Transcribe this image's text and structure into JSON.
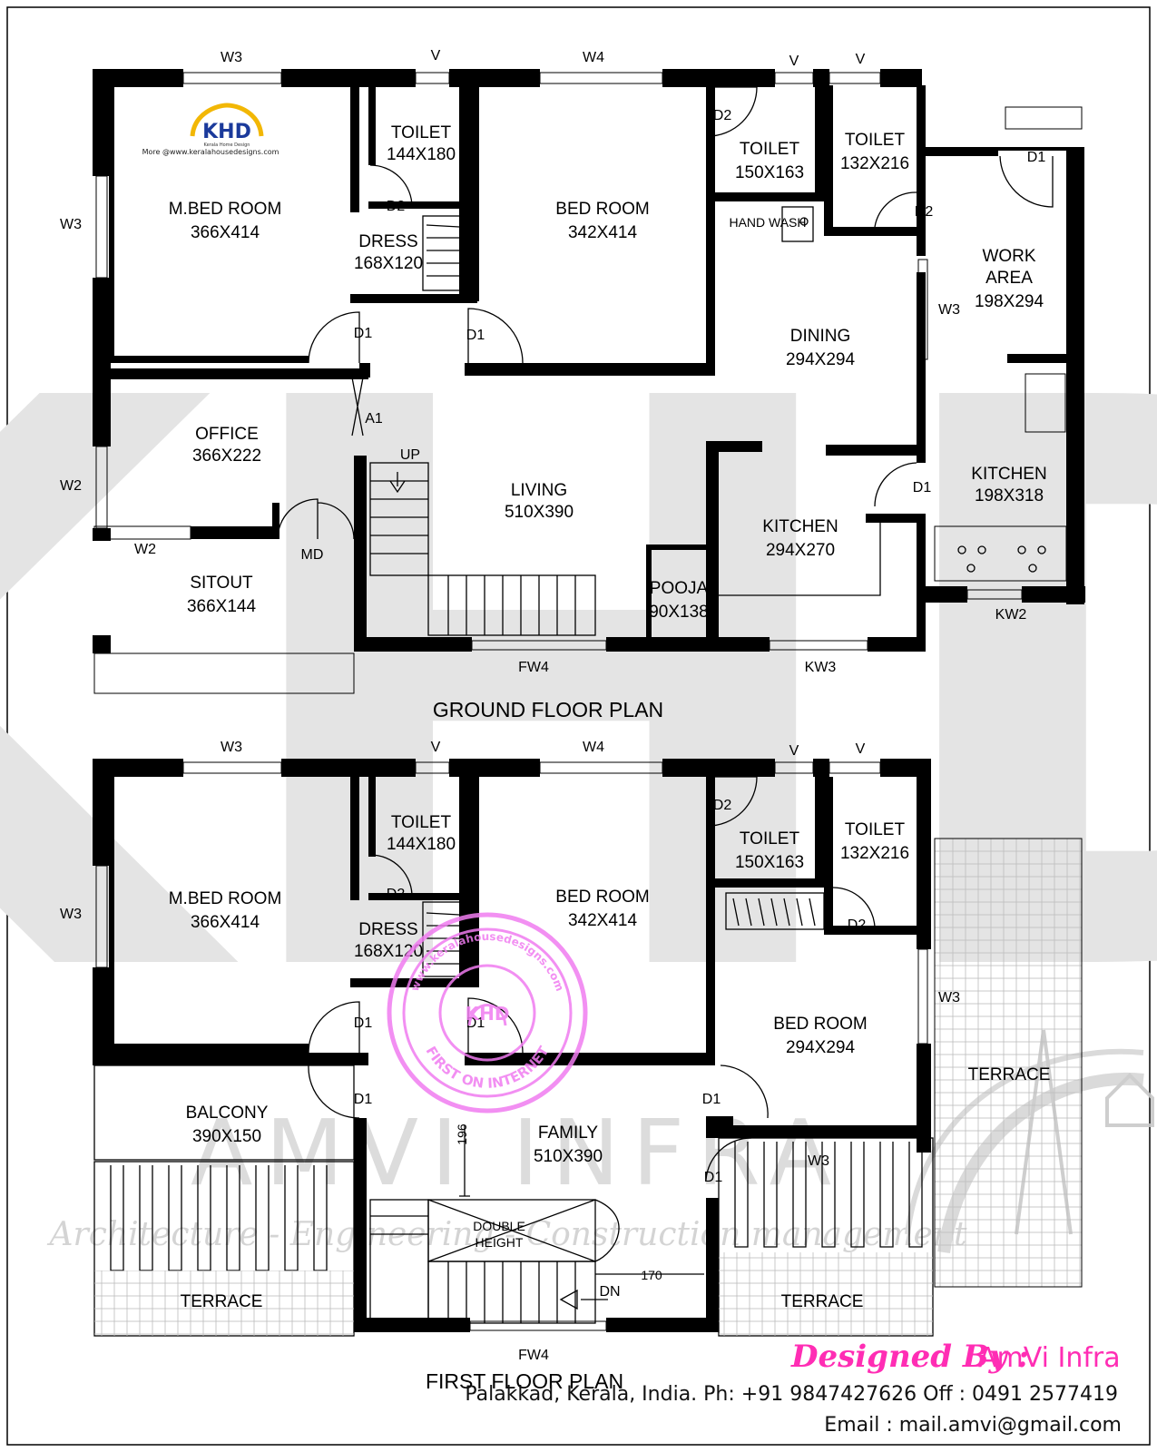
{
  "logo": {
    "text": "KHD",
    "subtitle": "Kerala Home Design",
    "website": "More @www.keralahousedesigns.com"
  },
  "watermark": {
    "big": "KHD",
    "company": "AMVI INFRA",
    "tagline": "Architecture - Engineering - Construction management"
  },
  "stamp": {
    "outer": "www.keralahousedesigns.com",
    "inner": "FIRST ON INTERNET",
    "center": "KHD"
  },
  "ground_floor": {
    "title": "GROUND FLOOR PLAN",
    "rooms": [
      {
        "name": "M.BED ROOM",
        "size": "366X414"
      },
      {
        "name": "TOILET",
        "size": "144X180"
      },
      {
        "name": "DRESS",
        "size": "168X120"
      },
      {
        "name": "BED ROOM",
        "size": "342X414"
      },
      {
        "name": "TOILET",
        "size": "150X163"
      },
      {
        "name": "TOILET",
        "size": "132X216"
      },
      {
        "name": "WORK AREA",
        "size": "198X294"
      },
      {
        "name": "DINING",
        "size": "294X294"
      },
      {
        "name": "OFFICE",
        "size": "366X222"
      },
      {
        "name": "LIVING",
        "size": "510X390"
      },
      {
        "name": "KITCHEN",
        "size": "198X318"
      },
      {
        "name": "KITCHEN",
        "size": "294X270"
      },
      {
        "name": "SITOUT",
        "size": "366X144"
      },
      {
        "name": "POOJA",
        "size": "90X138"
      }
    ],
    "work_area_line1": "WORK",
    "work_area_line2": "AREA",
    "hand_wash": "HAND WASH",
    "up": "UP",
    "openings": {
      "w3": "W3",
      "w4": "W4",
      "v": "V",
      "w2": "W2",
      "d1": "D1",
      "d2": "D2",
      "a1": "A1",
      "md": "MD",
      "fw4": "FW4",
      "kw2": "KW2",
      "kw3": "KW3"
    }
  },
  "first_floor": {
    "title": "FIRST FLOOR PLAN",
    "rooms": [
      {
        "name": "M.BED ROOM",
        "size": "366X414"
      },
      {
        "name": "TOILET",
        "size": "144X180"
      },
      {
        "name": "DRESS",
        "size": "168X120"
      },
      {
        "name": "BED ROOM",
        "size": "342X414"
      },
      {
        "name": "TOILET",
        "size": "150X163"
      },
      {
        "name": "TOILET",
        "size": "132X216"
      },
      {
        "name": "BED ROOM",
        "size": "294X294"
      },
      {
        "name": "BALCONY",
        "size": "390X150"
      },
      {
        "name": "FAMILY",
        "size": "510X390"
      }
    ],
    "terrace": "TERRACE",
    "double_height_line1": "DOUBLE",
    "double_height_line2": "HEIGHT",
    "dn": "DN",
    "dim_196": "196",
    "dim_170": "170"
  },
  "credits": {
    "designed_by": "Designed By :",
    "company": "AmVi Infra",
    "address_phone": "Palakkad, Kerala, India.  Ph: +91 9847427626 Off : 0491 2577419",
    "email": "Email : mail.amvi@gmail.com"
  },
  "colors": {
    "accent": "#ff2db4",
    "stamp": "#f07cf0",
    "watermark": "#e4e4e4",
    "wall": "#000000",
    "logo_blue": "#1b3a9b",
    "logo_gold": "#f2b705"
  }
}
